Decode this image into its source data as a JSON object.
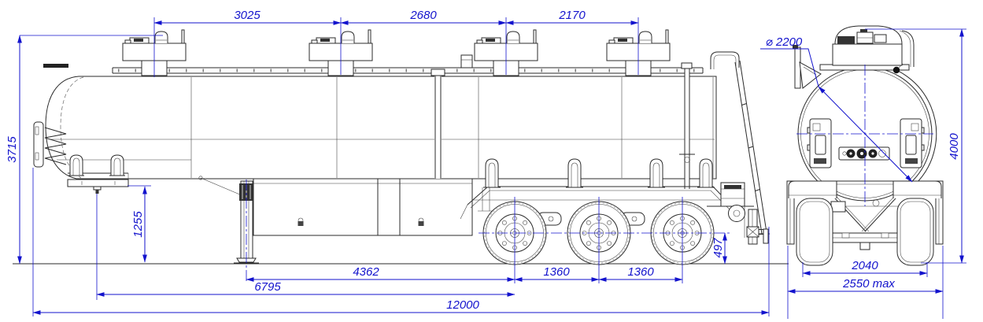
{
  "drawing": {
    "description": "Dimensional outline drawing of a four-compartment tanker semi-trailer, side view and rear view",
    "colors": {
      "dimension_blue": "#1313cd",
      "line_black": "#2b2b2b",
      "background": "#ffffff"
    },
    "views": {
      "side": "side view",
      "rear": "rear view"
    },
    "dims": {
      "manhole_spacing_1": "3025",
      "manhole_spacing_2": "2680",
      "manhole_spacing_3": "2170",
      "front_height": "3715",
      "kingpin_height": "1255",
      "support_leg_to_first_axle": "4362",
      "axle_spacing_1": "1360",
      "axle_spacing_2": "1360",
      "kingpin_to_first_axle": "6795",
      "overall_length": "12000",
      "tank_diameter": "⌀ 2200",
      "axle_center_height": "497",
      "rear_overall_height": "4000",
      "track_width": "2040",
      "overall_width": "2550 max"
    }
  }
}
